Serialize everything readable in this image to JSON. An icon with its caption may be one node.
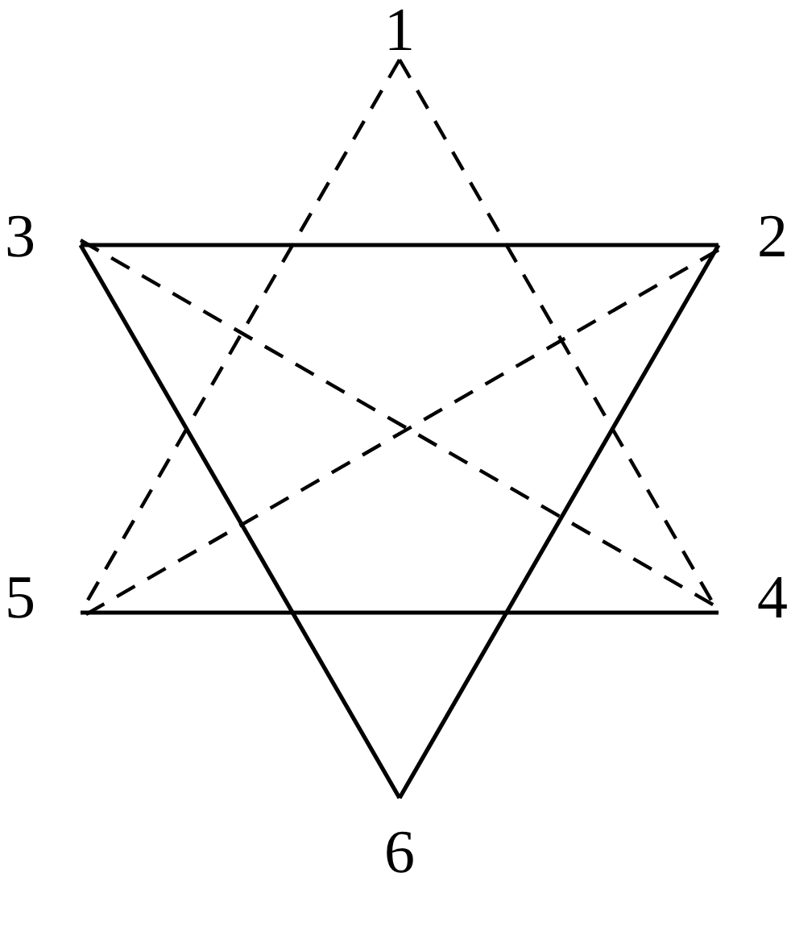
{
  "diagram": {
    "nodes": [
      {
        "text": [
          "1"
        ]
      },
      {
        "text": [
          "3"
        ]
      },
      {
        "text": [
          "2"
        ]
      },
      {
        "text": [
          "5"
        ]
      },
      {
        "text": [
          "4"
        ]
      },
      {
        "text": [
          "6"
        ]
      }
    ],
    "edges": [
      {
        "from": 1,
        "to": 2,
        "arrow": "none"
      },
      {
        "from": 1,
        "to": 5,
        "arrow": "none"
      },
      {
        "from": 2,
        "to": 5,
        "arrow": "none"
      },
      {
        "from": 3,
        "to": 4,
        "arrow": "none"
      },
      {
        "from": 0,
        "to": 3,
        "arrow": "none",
        "style": "dashed"
      },
      {
        "from": 0,
        "to": 4,
        "arrow": "none",
        "style": "dashed"
      },
      {
        "from": 1,
        "to": 4,
        "arrow": "none",
        "style": "dashed"
      },
      {
        "from": 2,
        "to": 3,
        "arrow": "none",
        "style": "dashed"
      }
    ]
  }
}
